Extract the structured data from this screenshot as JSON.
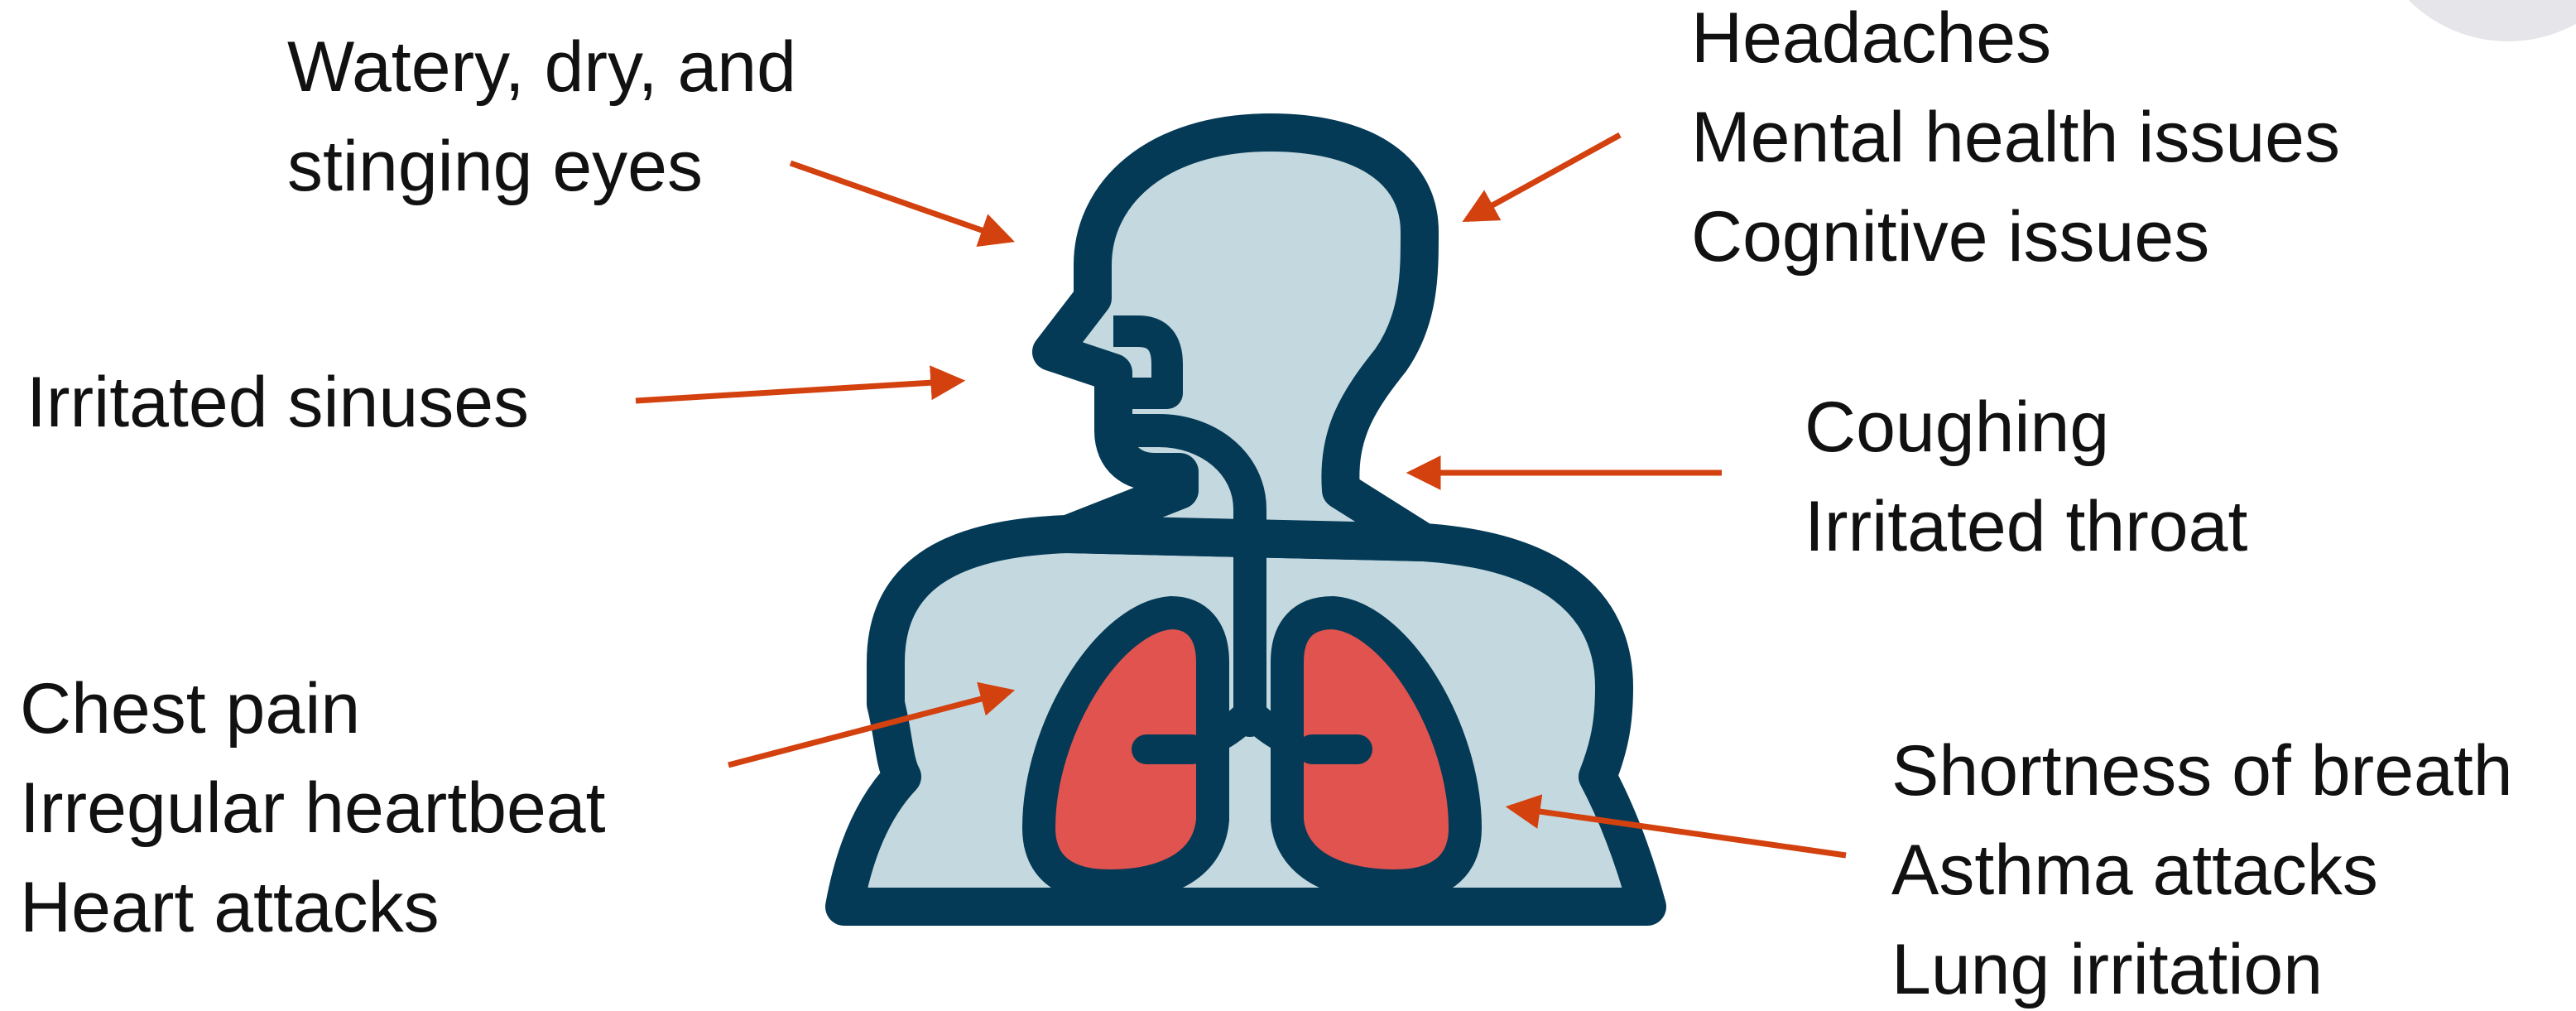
{
  "colors": {
    "outline": "#043A56",
    "body_fill": "#C4D8DF",
    "lung_fill": "#E0534E",
    "arrow": "#D3410F",
    "text": "#111111",
    "corner_disc": "#E6E6EA"
  },
  "icons": {
    "figure": "human-respiratory-system-icon",
    "lungs": "lungs-icon"
  },
  "labels": {
    "eyes": [
      "Watery, dry, and",
      "stinging eyes"
    ],
    "sinuses": [
      "Irritated sinuses"
    ],
    "chest": [
      "Chest pain",
      "Irregular heartbeat",
      "Heart attacks"
    ],
    "head": [
      "Headaches",
      "Mental health issues",
      "Cognitive issues"
    ],
    "throat": [
      "Coughing",
      "Irritated throat"
    ],
    "lungs": [
      "Shortness of breath",
      "Asthma attacks",
      "Lung irritation"
    ]
  }
}
